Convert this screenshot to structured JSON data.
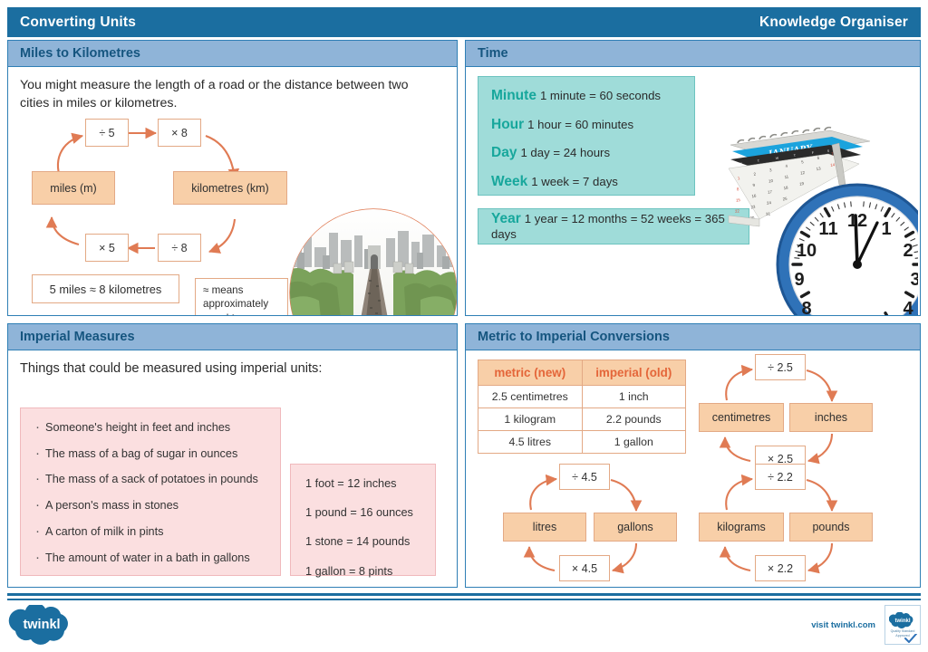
{
  "header": {
    "title": "Converting Units",
    "subtitle": "Knowledge Organiser"
  },
  "colors": {
    "header_blue": "#1b6ea0",
    "panel_header_blue": "#8fb4d8",
    "panel_title_blue": "#15557f",
    "teal": "#9fdcd9",
    "teal_text": "#17a79c",
    "peach": "#f8cfa8",
    "orange": "#e07b54",
    "pink": "#fbdfe0"
  },
  "miles_panel": {
    "title": "Miles to Kilometres",
    "intro": "You might measure the length of a road or the distance between two cities in miles or kilometres.",
    "diagram": {
      "top_left_op": "÷ 5",
      "top_right_op": "× 8",
      "left_unit": "miles (m)",
      "right_unit": "kilometres (km)",
      "bottom_left_op": "× 5",
      "bottom_right_op": "÷ 8"
    },
    "fact_box": "5 miles ≈ 8 kilometres",
    "note_box": "≈ means approximately equal to",
    "image_name": "aerial-cityscape-boulevard-illustration"
  },
  "time_panel": {
    "title": "Time",
    "rows": [
      {
        "keyword": "Minute",
        "text": "1 minute = 60 seconds"
      },
      {
        "keyword": "Hour",
        "text": "1 hour = 60 minutes"
      },
      {
        "keyword": "Day",
        "text": "1 day = 24 hours"
      },
      {
        "keyword": "Week",
        "text": "1 week = 7 days"
      }
    ],
    "year_row": {
      "keyword": "Year",
      "text": "1 year = 12 months = 52 weeks = 365 days"
    },
    "calendar_month": "JANUARY",
    "image_name": "calendar-and-clock-illustration"
  },
  "imperial_panel": {
    "title": "Imperial Measures",
    "intro": "Things that could be measured using imperial units:",
    "examples": [
      "Someone's height in feet and inches",
      "The mass of a bag of sugar in ounces",
      "The mass of a sack of potatoes in pounds",
      "A person's mass in stones",
      "A carton of milk in pints",
      "The amount of water in a bath in gallons"
    ],
    "conversions": [
      "1 foot = 12 inches",
      "1 pound = 16 ounces",
      "1 stone = 14 pounds",
      "1 gallon = 8 pints"
    ]
  },
  "metric_panel": {
    "title": "Metric to Imperial Conversions",
    "table": {
      "headers": [
        "metric (new)",
        "imperial (old)"
      ],
      "rows": [
        [
          "2.5 centimetres",
          "1 inch"
        ],
        [
          "1 kilogram",
          "2.2 pounds"
        ],
        [
          "4.5 litres",
          "1 gallon"
        ]
      ]
    },
    "cycles": [
      {
        "name": "centimetres-inches",
        "top_op": "÷ 2.5",
        "left_unit": "centimetres",
        "right_unit": "inches",
        "bottom_op": "× 2.5"
      },
      {
        "name": "litres-gallons",
        "top_op": "÷ 4.5",
        "left_unit": "litres",
        "right_unit": "gallons",
        "bottom_op": "× 4.5"
      },
      {
        "name": "kilograms-pounds",
        "top_op": "÷ 2.2",
        "left_unit": "kilograms",
        "right_unit": "pounds",
        "bottom_op": "× 2.2"
      }
    ]
  },
  "footer": {
    "url": "visit twinkl.com",
    "logo": "twinkl",
    "badge_text": "Quality Standard Approved"
  }
}
